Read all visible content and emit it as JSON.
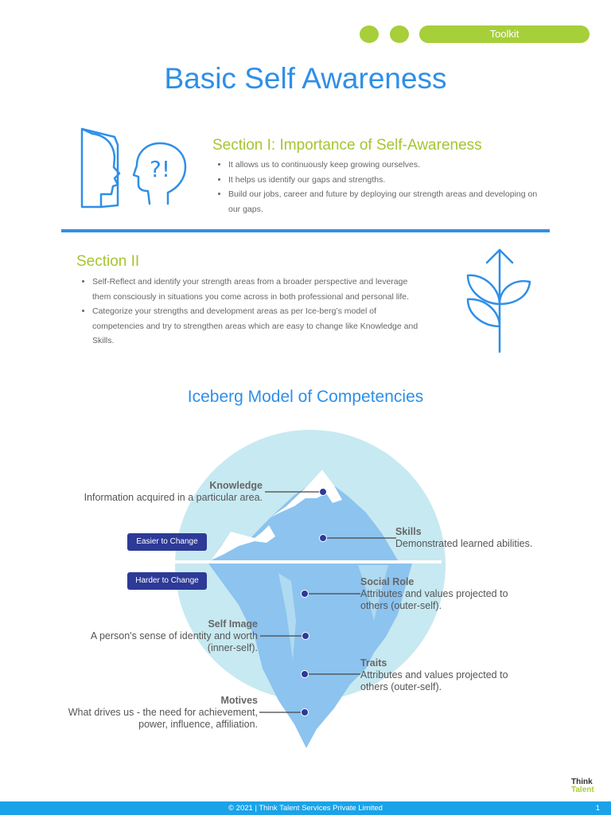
{
  "header": {
    "toolkit_label": "Toolkit"
  },
  "title": "Basic Self Awareness",
  "section1": {
    "heading": "Section I: Importance of Self-Awareness",
    "bullets": [
      "It allows us to continuously keep growing ourselves.",
      "It helps us identify our gaps and strengths.",
      "Build our jobs, career and future by deploying our strength areas and developing on our gaps."
    ]
  },
  "section2": {
    "heading": "Section II",
    "bullets": [
      "Self-Reflect and identify your strength areas from a broader perspective and leverage them consciously in situations you come across in both professional and personal life.",
      "Categorize your strengths and development areas as per Ice-berg’s model of competencies and try to strengthen areas which are easy to change like Knowledge and Skills."
    ]
  },
  "iceberg": {
    "title": "Iceberg Model of Competencies",
    "easier_label": "Easier to Change",
    "harder_label": "Harder to Change",
    "items": {
      "knowledge": {
        "name": "Knowledge",
        "desc": "Information acquired in a particular area."
      },
      "skills": {
        "name": "Skills",
        "desc": "Demonstrated learned abilities."
      },
      "social_role": {
        "name": "Social Role",
        "desc": "Attributes and values projected to others (outer-self)."
      },
      "self_image": {
        "name": "Self Image",
        "desc": "A person's sense of identity and worth (inner-self)."
      },
      "traits": {
        "name": "Traits",
        "desc": "Attributes and values projected to others (outer-self)."
      },
      "motives": {
        "name": "Motives",
        "desc": "What drives us - the need for achievement, power, influence, affiliation."
      }
    }
  },
  "footer": {
    "copyright": "© 2021 | Think Talent Services Private Limited",
    "page_number": "1"
  },
  "logo": {
    "line1": "Think",
    "line2": "Talent"
  },
  "colors": {
    "accent_blue": "#2f8fe8",
    "accent_green": "#a6cf3a",
    "button_navy": "#2d3a97",
    "iceberg_light": "#c7e9f1",
    "iceberg_mid": "#8cc3ef"
  }
}
